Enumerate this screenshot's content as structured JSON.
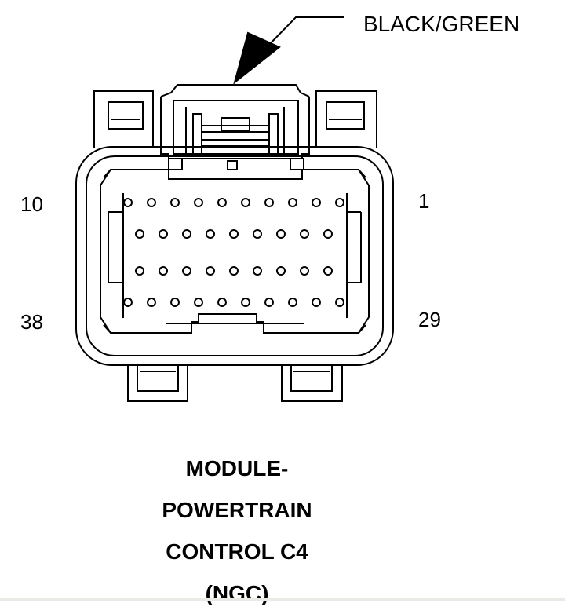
{
  "wire_color_label": "BLACK/GREEN",
  "pin_labels": {
    "top_left": "10",
    "top_right": "1",
    "bottom_left": "38",
    "bottom_right": "29"
  },
  "caption": {
    "line1": "MODULE-",
    "line2": "POWERTRAIN",
    "line3": "CONTROL C4",
    "line4": "(NGC)"
  },
  "cavity_rows": [
    10,
    9,
    9,
    10
  ]
}
